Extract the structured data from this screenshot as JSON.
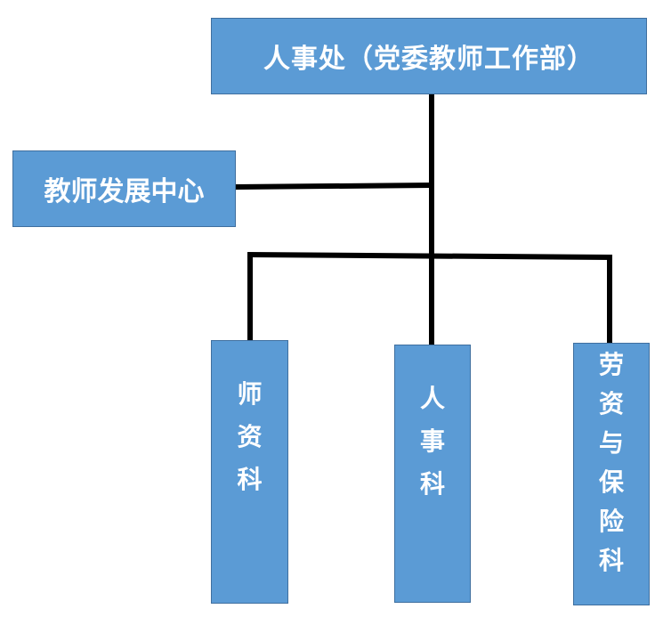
{
  "diagram": {
    "type": "organization-chart",
    "colors": {
      "node_fill": "#5b9bd5",
      "node_border": "#3f6f9f",
      "node_text": "#ffffff",
      "connector": "#000000"
    },
    "root": {
      "label": "人事处（党委教师工作部）"
    },
    "side_unit": {
      "label": "教师发展中心"
    },
    "departments": [
      {
        "label": "师资科",
        "chars": [
          "师",
          "资",
          "科"
        ]
      },
      {
        "label": "人事科",
        "chars": [
          "人",
          "事",
          "科"
        ]
      },
      {
        "label": "劳资与保险科",
        "chars": [
          "劳",
          "资",
          "与",
          "保",
          "险",
          "科"
        ]
      }
    ]
  }
}
